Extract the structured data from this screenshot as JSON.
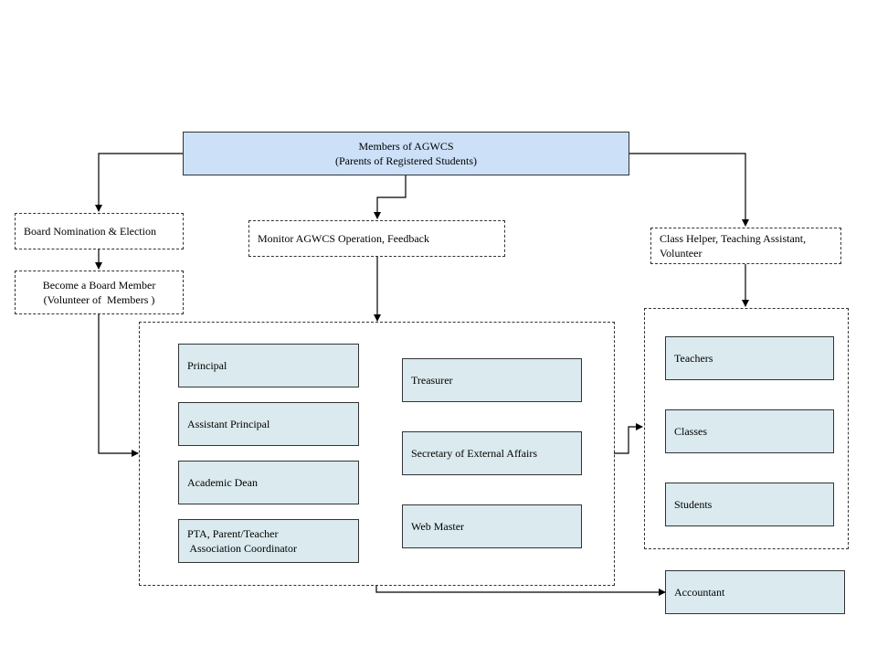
{
  "top": {
    "line1": "Members of AGWCS",
    "line2": "(Parents of Registered Students)"
  },
  "left": {
    "nomination": "Board Nomination & Election",
    "become_line1": "Become a Board Member",
    "become_line2": "(Volunteer of  Members )"
  },
  "middle": {
    "monitor": "Monitor AGWCS Operation, Feedback"
  },
  "right": {
    "helper_line1": "Class Helper, Teaching Assistant,",
    "helper_line2": "Volunteer"
  },
  "board": {
    "principal": "Principal",
    "assistant_principal": "Assistant Principal",
    "academic_dean": "Academic Dean",
    "pta_line1": "PTA, Parent/Teacher",
    "pta_line2": " Association Coordinator",
    "treasurer": "Treasurer",
    "secretary": "Secretary of External Affairs",
    "web_master": "Web Master"
  },
  "school": {
    "teachers": "Teachers",
    "classes": "Classes",
    "students": "Students"
  },
  "accountant": "Accountant",
  "colors": {
    "top_fill": "#cce0f8",
    "role_fill": "#daeaee",
    "stroke": "#333333"
  }
}
